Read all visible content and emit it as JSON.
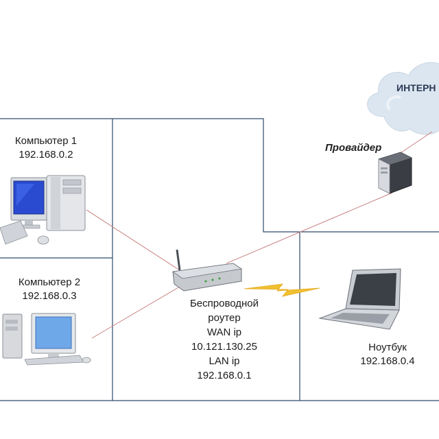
{
  "computer1": {
    "name": "Компьютер 1",
    "ip": "192.168.0.2"
  },
  "computer2": {
    "name": "Компьютер 2",
    "ip": "192.168.0.3"
  },
  "router": {
    "line1": "Беспроводной",
    "line2": "роутер",
    "wan_label": "WAN ip",
    "wan_ip": "10.121.130.25",
    "lan_label": "LAN ip",
    "lan_ip": "192.168.0.1"
  },
  "laptop": {
    "name": "Ноутбук",
    "ip": "192.168.0.4"
  },
  "provider": {
    "name": "Провайдер"
  },
  "cloud": {
    "label": "ИНТЕРН"
  },
  "colors": {
    "frame_lines": "#2e4a6b",
    "connection_lines": "#c98080",
    "wireless_bolt": "#f0c030",
    "cloud": "#dbe6f0",
    "monitor_screen": "#2a4bd0",
    "monitor2_screen": "#6fa8e8"
  },
  "icons": [
    "desktop-computer-icon",
    "router-icon",
    "laptop-icon",
    "server-icon",
    "cloud-icon",
    "wireless-bolt-icon"
  ]
}
